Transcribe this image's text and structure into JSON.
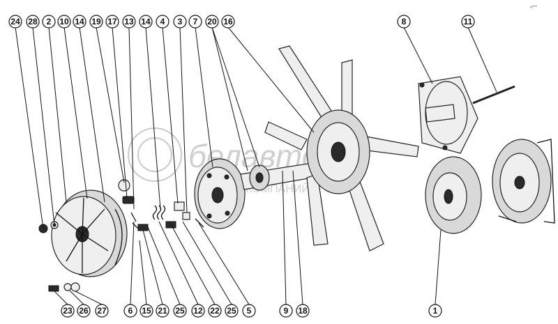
{
  "watermark": {
    "brand": "белавто",
    "subtitle": "ГРУППА КОМПАНИЙ"
  },
  "corner_mark": "ч***",
  "callouts_top": [
    "24",
    "28",
    "2",
    "10",
    "14",
    "19",
    "17",
    "13",
    "14",
    "4",
    "3",
    "7",
    "20",
    "16",
    "8",
    "11"
  ],
  "callouts_bottom": [
    "23",
    "26",
    "27",
    "6",
    "15",
    "21",
    "25",
    "12",
    "22",
    "25",
    "5",
    "9",
    "18",
    "1"
  ]
}
